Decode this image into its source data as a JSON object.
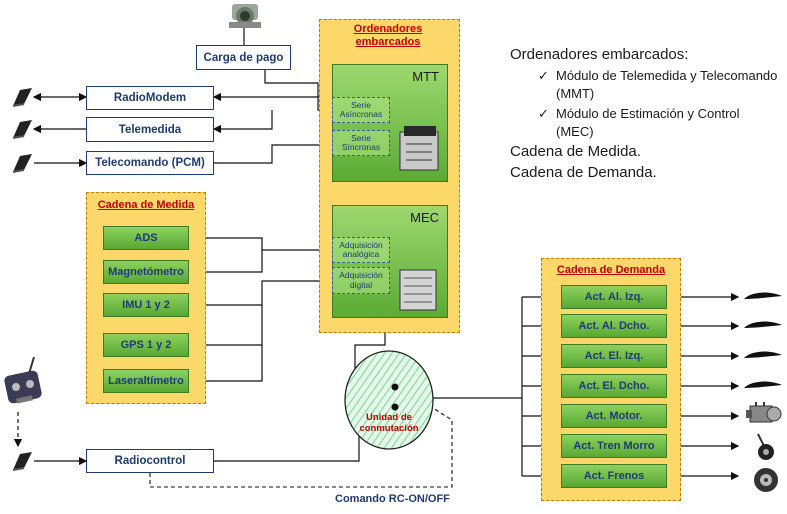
{
  "payload": {
    "label": "Carga de pago"
  },
  "left_boxes": {
    "radiomodem": "RadioModem",
    "telemedida": "Telemedida",
    "telecomando": "Telecomando (PCM)",
    "radiocontrol": "Radiocontrol"
  },
  "onboard": {
    "title": "Ordenadores embarcados",
    "mtt": {
      "label": "MTT",
      "port_async": "Serie Asíncronas",
      "port_sync": "Serie Síncronas"
    },
    "mec": {
      "label": "MEC",
      "port_analog": "Adquisición analógica",
      "port_digital": "Adquisición digital"
    }
  },
  "measure_chain": {
    "title": "Cadena de Medida",
    "items": [
      "ADS",
      "Magnetómetro",
      "IMU 1 y 2",
      "GPS 1 y 2",
      "Laseraltímetro"
    ]
  },
  "demand_chain": {
    "title": "Cadena de Demanda",
    "items": [
      "Act. Al. Izq.",
      "Act. Al. Dcho.",
      "Act. El. Izq.",
      "Act. El. Dcho.",
      "Act. Motor.",
      "Act. Tren Morro",
      "Act. Frenos"
    ]
  },
  "switch_unit": {
    "label": "Unidad de conmutación"
  },
  "rc_caption": "Comando RC-ON/OFF",
  "notes": {
    "heading": "Ordenadores embarcados:",
    "bullets": [
      "Módulo de Telemedida y Telecomando (MMT)",
      "Módulo de Estimación y Control (MEC)"
    ],
    "lines": [
      "Cadena de Medida.",
      "Cadena de Demanda."
    ]
  },
  "colors": {
    "yellow": "#fcd86a",
    "green": "#6bbf45",
    "label_blue": "#1f3b73",
    "title_red": "#c00000"
  },
  "icons": [
    "antenna-icon",
    "camera-payload-icon",
    "rc-transmitter-icon",
    "computer-module-icon",
    "wing-profile-icon",
    "engine-icon",
    "landing-gear-icon",
    "brake-wheel-icon"
  ]
}
